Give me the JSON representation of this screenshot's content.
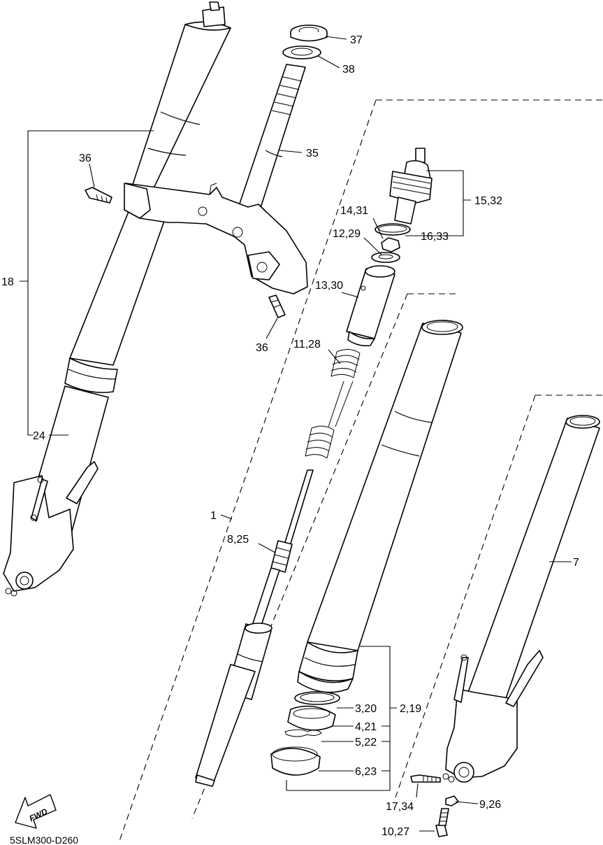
{
  "callouts": {
    "c37": "37",
    "c38": "38",
    "c35": "35",
    "c36_top": "36",
    "c36_bottom": "36",
    "c15_32": "15,32",
    "c14_31": "14,31",
    "c16_33": "16,33",
    "c12_29": "12,29",
    "c13_30": "13,30",
    "c11_28": "11,28",
    "c18": "18",
    "c24": "24",
    "c1": "1",
    "c8_25": "8,25",
    "c7": "7",
    "c3_20": "3,20",
    "c2_19": "2,19",
    "c4_21": "4,21",
    "c5_22": "5,22",
    "c6_23": "6,23",
    "c17_34": "17,34",
    "c9_26": "9,26",
    "c10_27": "10,27"
  },
  "fwd_label": "FWD",
  "diagram_code": "5SLM300-D260"
}
